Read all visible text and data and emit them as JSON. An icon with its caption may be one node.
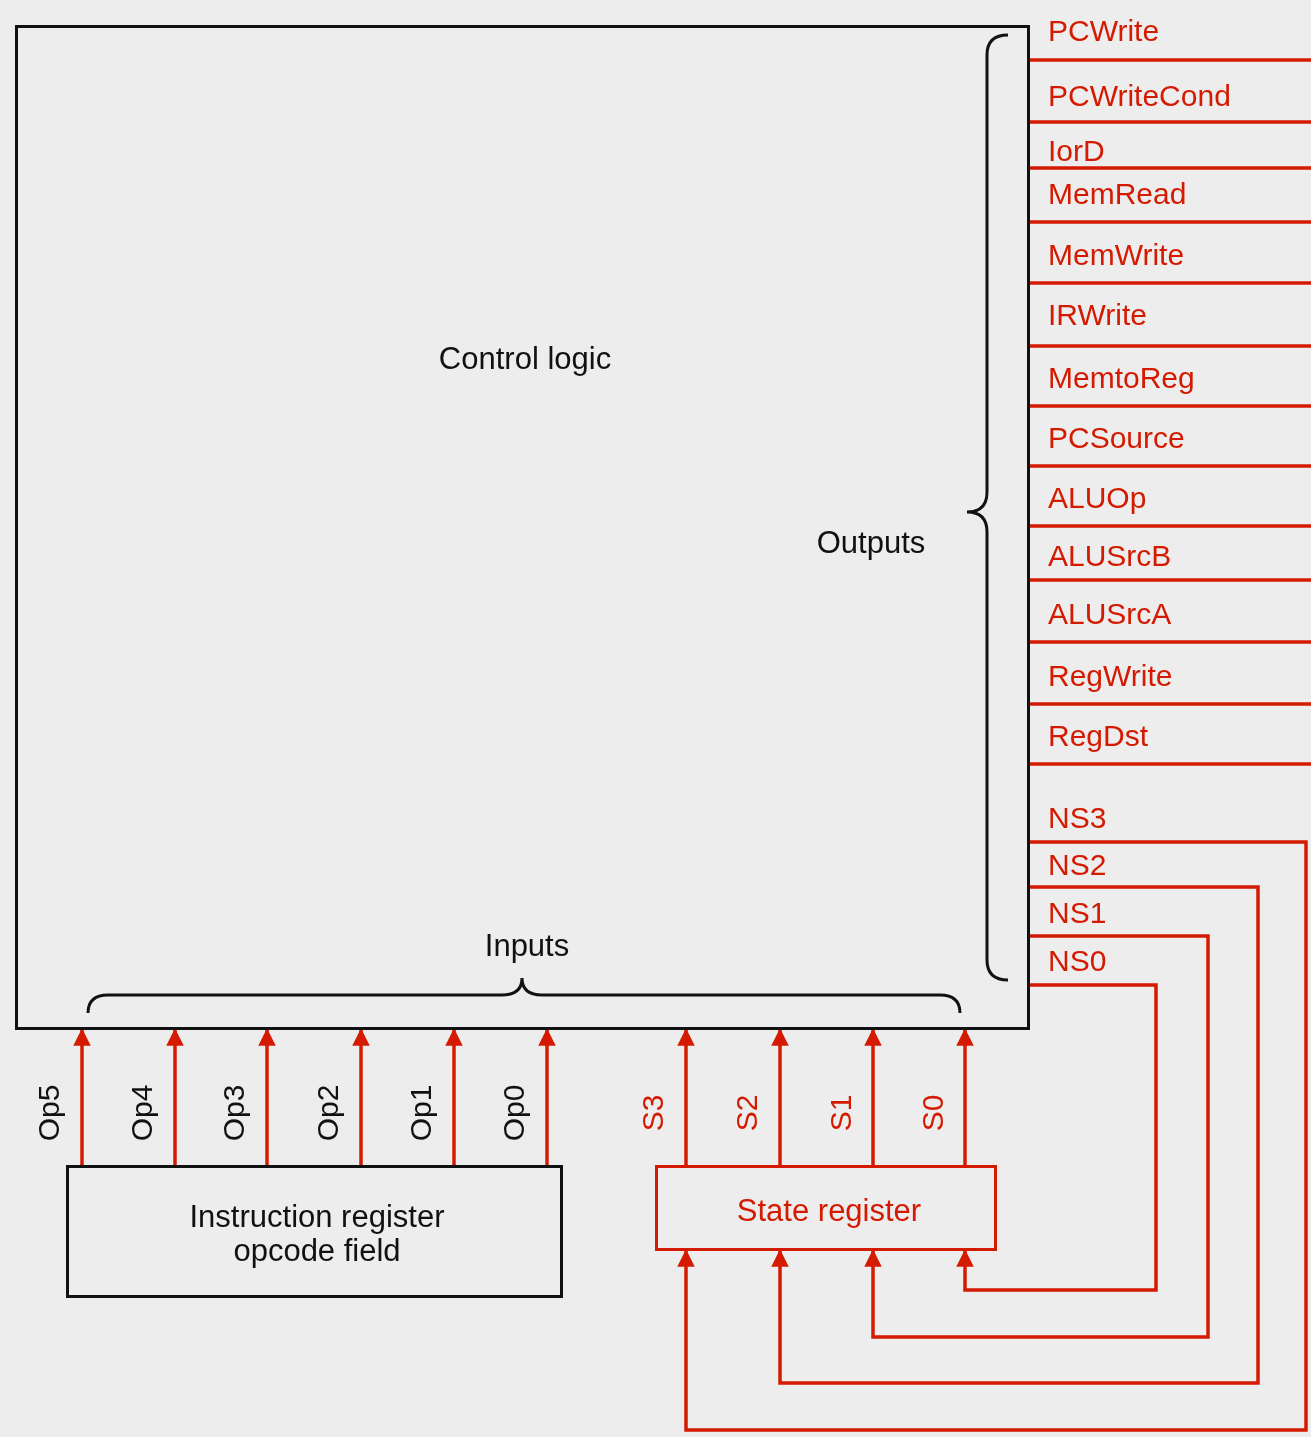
{
  "diagram": {
    "nodes": [
      {
        "text": [
          "Control logic",
          "Outputs",
          "Inputs"
        ]
      },
      {
        "text": [
          "Instruction register opcode field"
        ]
      },
      {
        "text": [
          "State register"
        ]
      }
    ],
    "edges": [
      {
        "from": 1,
        "to": 0,
        "arrow": "to",
        "label": "Op5"
      },
      {
        "from": 1,
        "to": 0,
        "arrow": "to",
        "label": "Op4"
      },
      {
        "from": 1,
        "to": 0,
        "arrow": "to",
        "label": "Op3"
      },
      {
        "from": 1,
        "to": 0,
        "arrow": "to",
        "label": "Op2"
      },
      {
        "from": 1,
        "to": 0,
        "arrow": "to",
        "label": "Op1"
      },
      {
        "from": 1,
        "to": 0,
        "arrow": "to",
        "label": "Op0"
      },
      {
        "from": 2,
        "to": 0,
        "arrow": "to",
        "label": "S3"
      },
      {
        "from": 2,
        "to": 0,
        "arrow": "to",
        "label": "S2"
      },
      {
        "from": 2,
        "to": 0,
        "arrow": "to",
        "label": "S1"
      },
      {
        "from": 2,
        "to": 0,
        "arrow": "to",
        "label": "S0"
      },
      {
        "from": 0,
        "to": null,
        "arrow": "none",
        "label": "PCWrite"
      },
      {
        "from": 0,
        "to": null,
        "arrow": "none",
        "label": "PCWriteCond"
      },
      {
        "from": 0,
        "to": null,
        "arrow": "none",
        "label": "IorD"
      },
      {
        "from": 0,
        "to": null,
        "arrow": "none",
        "label": "MemRead"
      },
      {
        "from": 0,
        "to": null,
        "arrow": "none",
        "label": "MemWrite"
      },
      {
        "from": 0,
        "to": null,
        "arrow": "none",
        "label": "IRWrite"
      },
      {
        "from": 0,
        "to": null,
        "arrow": "none",
        "label": "MemtoReg"
      },
      {
        "from": 0,
        "to": null,
        "arrow": "none",
        "label": "PCSource"
      },
      {
        "from": 0,
        "to": null,
        "arrow": "none",
        "label": "ALUOp"
      },
      {
        "from": 0,
        "to": null,
        "arrow": "none",
        "label": "ALUSrcB"
      },
      {
        "from": 0,
        "to": null,
        "arrow": "none",
        "label": "ALUSrcA"
      },
      {
        "from": 0,
        "to": null,
        "arrow": "none",
        "label": "RegWrite"
      },
      {
        "from": 0,
        "to": null,
        "arrow": "none",
        "label": "RegDst"
      },
      {
        "from": 0,
        "to": 2,
        "arrow": "to",
        "label": "NS3"
      },
      {
        "from": 0,
        "to": 2,
        "arrow": "to",
        "label": "NS2"
      },
      {
        "from": 0,
        "to": 2,
        "arrow": "to",
        "label": "NS1"
      },
      {
        "from": 0,
        "to": 2,
        "arrow": "to",
        "label": "NS0"
      }
    ]
  }
}
